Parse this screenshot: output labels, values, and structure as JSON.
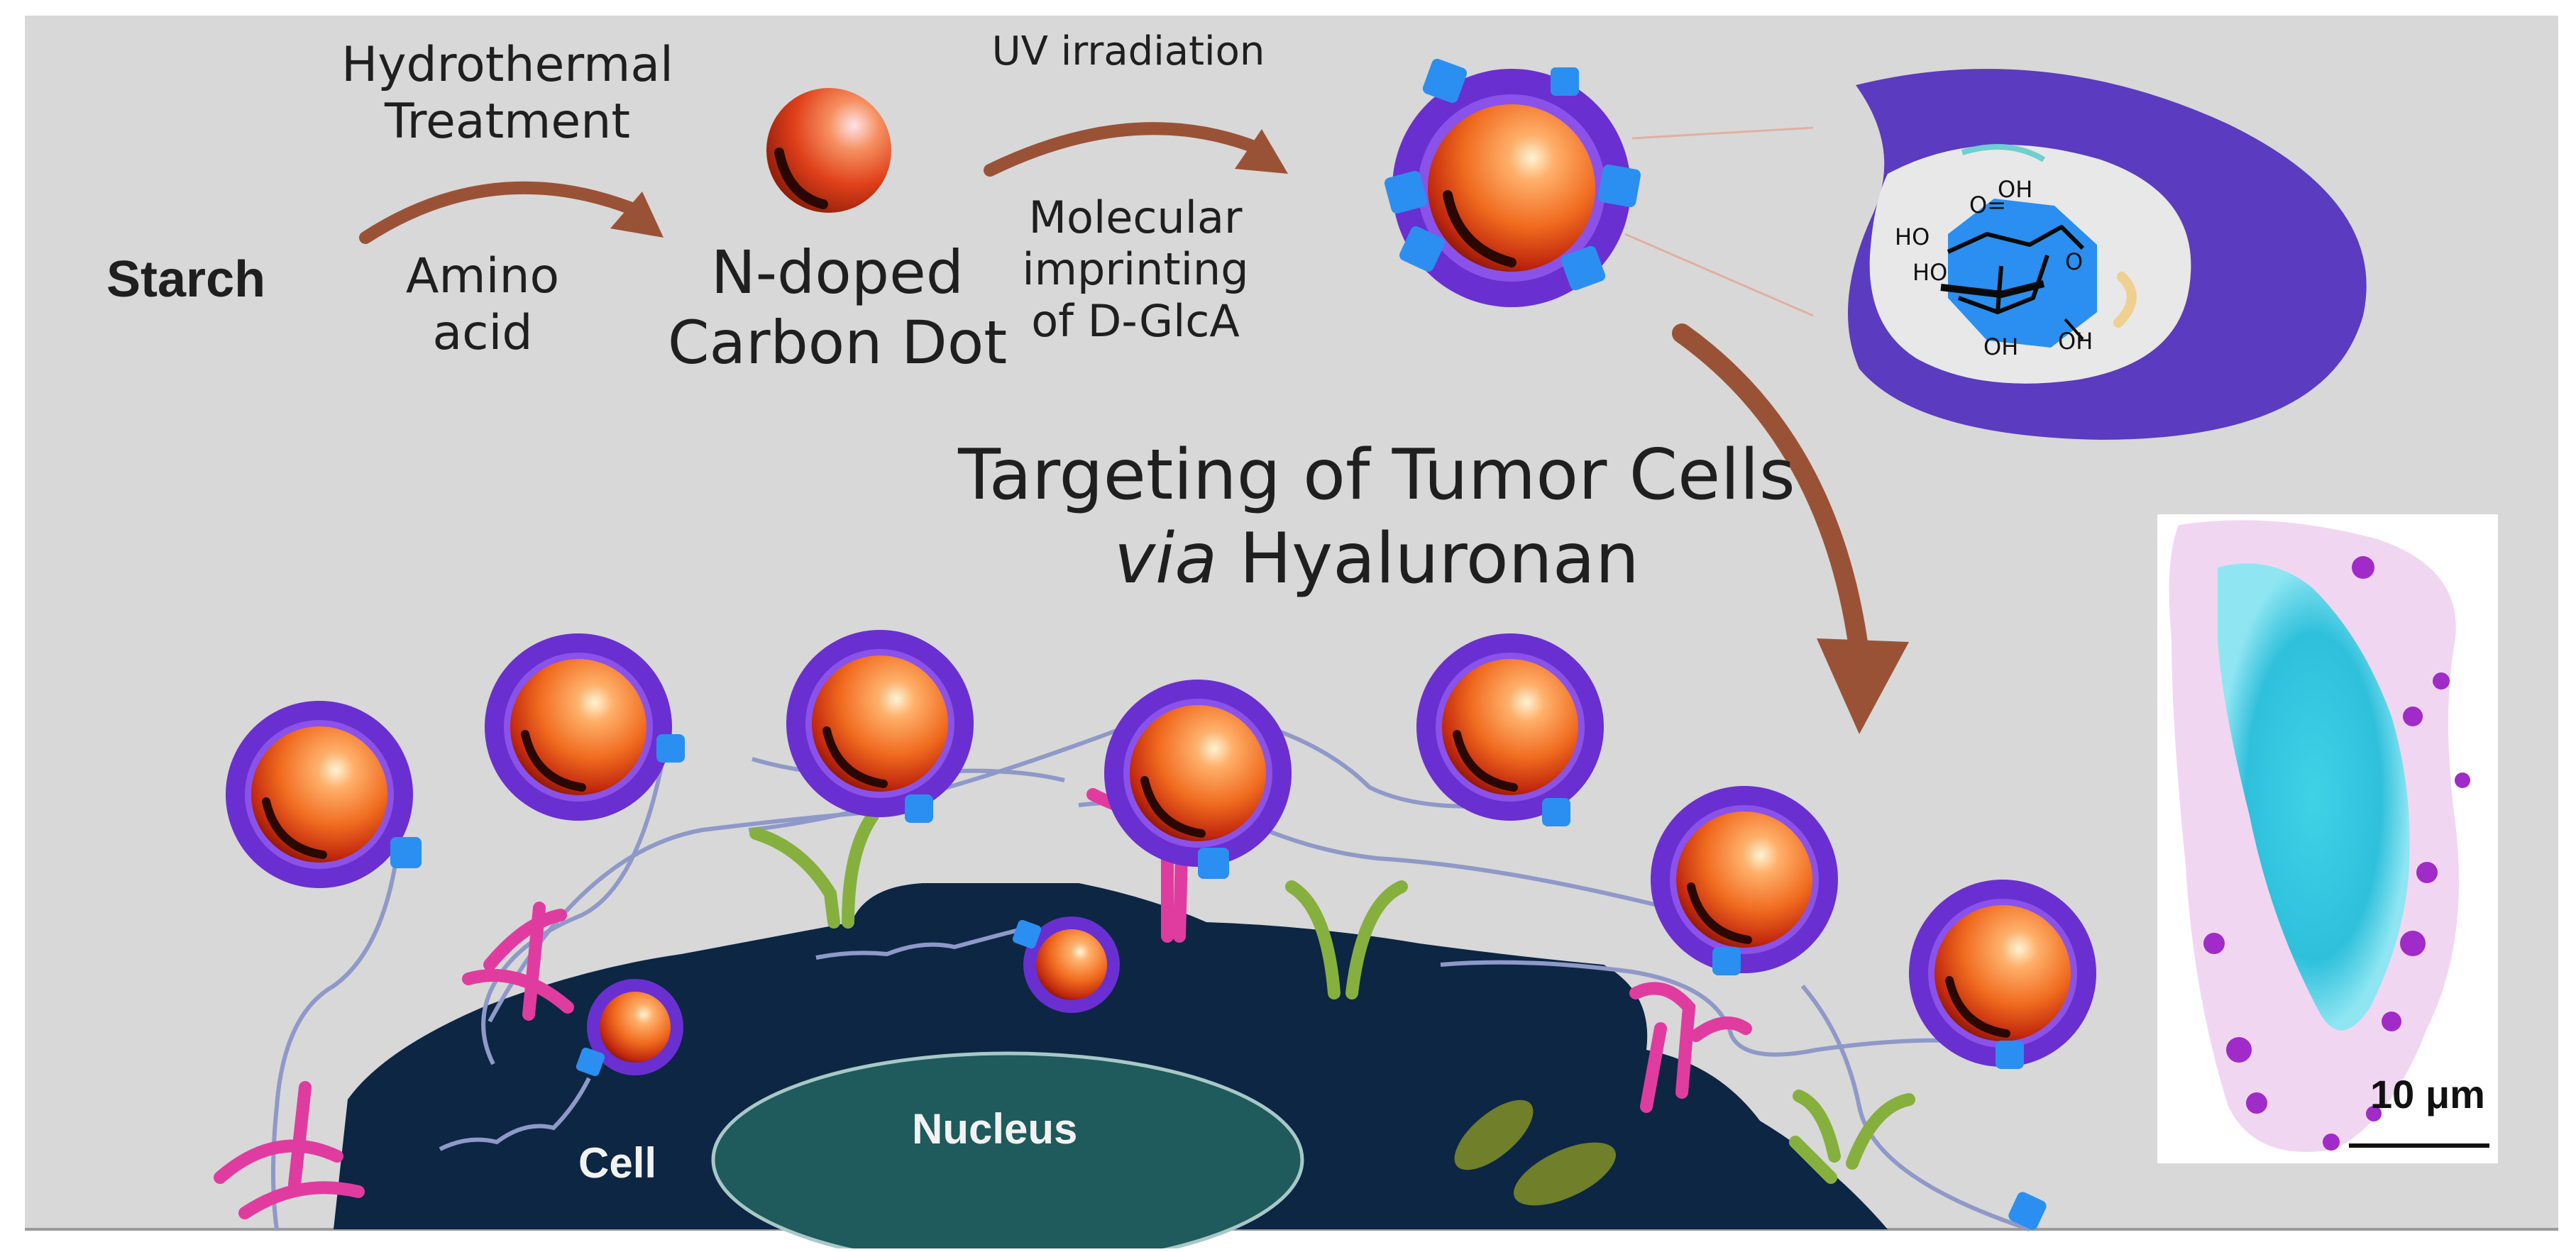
{
  "steps": {
    "starch": "Starch",
    "hydrothermal_line1": "Hydrothermal",
    "hydrothermal_line2": "Treatment",
    "amino_line1": "Amino",
    "amino_line2": "acid",
    "ncd_line1": "N-doped",
    "ncd_line2": "Carbon Dot",
    "uv": "UV irradiation",
    "mip_line1": "Molecular",
    "mip_line2": "imprinting",
    "mip_line3": "of D-GlcA"
  },
  "targeting": {
    "line1": "Targeting of Tumor Cells",
    "line2_italic": "via",
    "line2_rest": " Hyaluronan"
  },
  "cell": {
    "cell_label": "Cell",
    "nucleus_label": "Nucleus"
  },
  "molecule": {
    "ho1": "HO",
    "ho2": "HO",
    "o_eq": "O=",
    "oh1": "OH",
    "oh2": "OH",
    "oh3": "OH",
    "o_ring": "O"
  },
  "micrograph": {
    "scale_label": "10 μm"
  },
  "colors": {
    "background": "#d8d8d8",
    "shell_purple": "#6a2fd0",
    "template_blue": "#2a8ff0",
    "core_orange": "#f06a1e",
    "arrow_brown": "#9a5236",
    "cell_navy": "#0c2644",
    "nucleus_teal": "#1f5a5c",
    "receptor_pink": "#e03ca0",
    "receptor_green": "#86b03e",
    "hyaluronan_line": "#8f99c8"
  }
}
